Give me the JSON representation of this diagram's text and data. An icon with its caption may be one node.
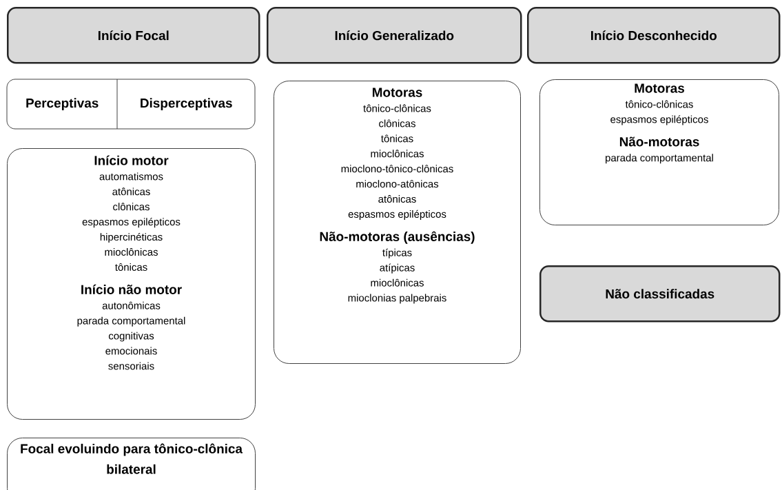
{
  "diagram": {
    "nodes": [
      {
        "text": [
          "Início Focal"
        ]
      },
      {
        "text": [
          "Início Generalizado"
        ]
      },
      {
        "text": [
          "Início Desconhecido"
        ]
      },
      {
        "text": [
          "Perceptivas"
        ]
      },
      {
        "text": [
          "Disperceptivas"
        ]
      },
      {
        "text": [
          "Início motor",
          "automatismos",
          "atônicas",
          "clônicas",
          "espasmos epilépticos",
          "hipercinéticas",
          "mioclônicas",
          "tônicas",
          "Início não motor",
          "autonômicas",
          "parada comportamental",
          "cognitivas",
          "emocionais",
          "sensoriais"
        ]
      },
      {
        "text": [
          "Focal evoluindo para tônico-clônica bilateral"
        ]
      },
      {
        "text": [
          "Motoras",
          "tônico-clônicas",
          "clônicas",
          "tônicas",
          "mioclônicas",
          "mioclono-tônico-clônicas",
          "mioclono-atônicas",
          "atônicas",
          "espasmos epilépticos",
          "Não-motoras (ausências)",
          "típicas",
          "atípicas",
          "mioclônicas",
          "mioclonias palpebrais"
        ]
      },
      {
        "text": [
          "Motoras",
          "tônico-clônicas",
          "espasmos epilépticos",
          "Não-motoras",
          "parada comportamental"
        ]
      },
      {
        "text": [
          "Não classificadas"
        ]
      }
    ]
  }
}
